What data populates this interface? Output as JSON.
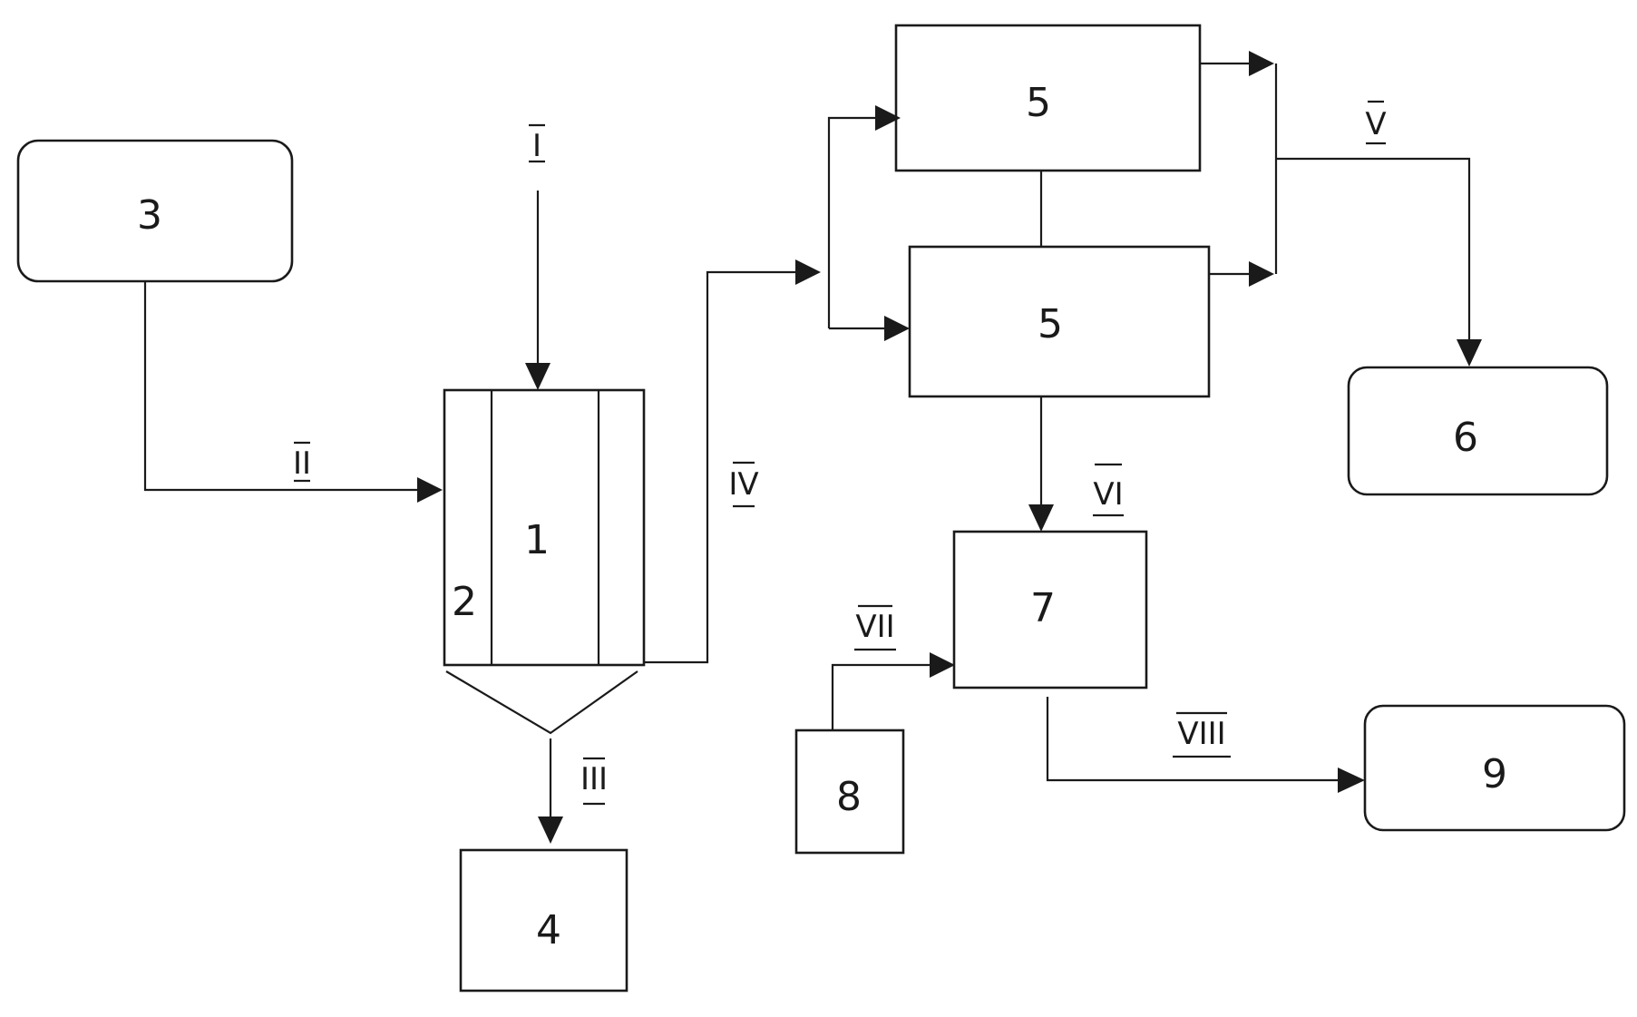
{
  "blocks": {
    "b1": "1",
    "b2": "2",
    "b3": "3",
    "b4": "4",
    "b5_top": "5",
    "b5_bottom": "5",
    "b6": "6",
    "b7": "7",
    "b8": "8",
    "b9": "9"
  },
  "flows": {
    "I": "I",
    "II": "II",
    "III": "III",
    "IV": "IV",
    "V": "V",
    "VI": "VI",
    "VII": "VII",
    "VIII": "VIII"
  }
}
